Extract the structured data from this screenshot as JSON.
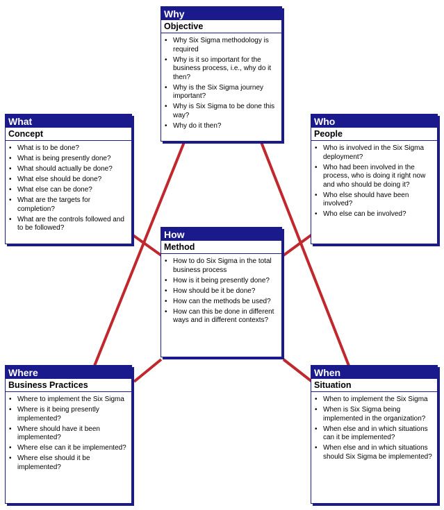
{
  "colors": {
    "header": "#1a1a8c",
    "connector": "#c0282d"
  },
  "boxes": {
    "why": {
      "title": "Why",
      "subtitle": "Objective",
      "items": [
        "Why Six Sigma methodology is required",
        "Why is it so important for the business process, i.e., why do it then?",
        "Why is the Six Sigma journey important?",
        "Why is Six Sigma to be done this way?",
        "Why do it then?"
      ]
    },
    "what": {
      "title": "What",
      "subtitle": "Concept",
      "items": [
        "What is to be done?",
        "What is being presently done?",
        "What should actually be done?",
        "What else should be done?",
        "What else can be done?",
        "What are the targets for completion?",
        "What are the controls followed and to be followed?"
      ]
    },
    "who": {
      "title": "Who",
      "subtitle": "People",
      "items": [
        "Who is involved in the Six Sigma deployment?",
        "Who had been involved in the process, who is doing it right now and who should be doing it?",
        "Who else should have been involved?",
        "Who else can be involved?"
      ]
    },
    "how": {
      "title": "How",
      "subtitle": "Method",
      "items": [
        "How to do Six Sigma in the total business process",
        "How is it being presently done?",
        "How should be it be done?",
        "How can the methods be used?",
        "How can this be done in different ways and in different contexts?"
      ]
    },
    "where": {
      "title": "Where",
      "subtitle": "Business Practices",
      "items": [
        "Where to implement the Six Sigma",
        "Where is it being presently implemented?",
        "Where should have it been implemented?",
        "Where else can it be implemented?",
        "Where else should it be implemented?"
      ]
    },
    "when": {
      "title": "When",
      "subtitle": "Situation",
      "items": [
        "When to implement the Six Sigma",
        "When is Six Sigma being implemented in the organization?",
        "When else and in which situations can it be implemented?",
        "When else and in which situations should Six Sigma be implemented?"
      ]
    }
  }
}
